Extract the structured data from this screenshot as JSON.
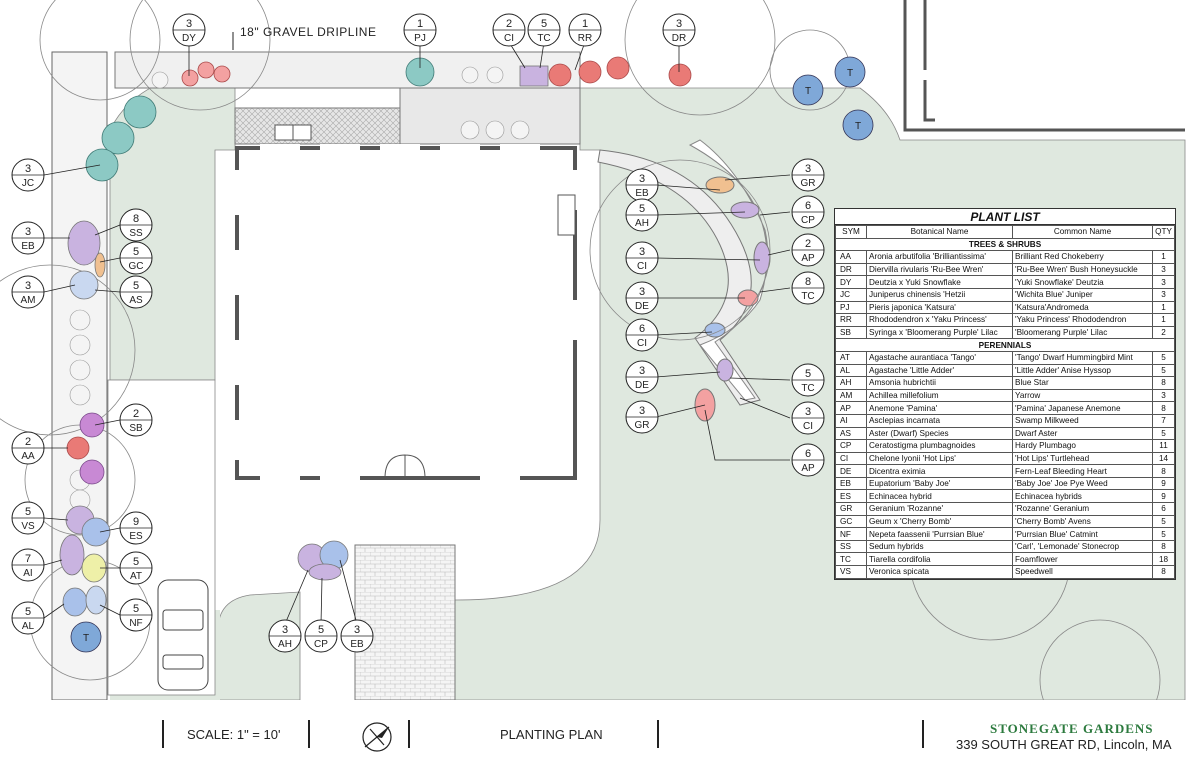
{
  "colors": {
    "lawn": "#dfe8df",
    "gravel": "#ececec",
    "wall": "#666666",
    "firm_green": "#2c7a3e",
    "tree_blue": "#7fa8d8",
    "shrub_pink": "#f3a1a1",
    "shrub_red": "#e97a76",
    "conifer_teal": "#8cc9c4",
    "lilac_purple": "#c889d4",
    "perennial_lavender": "#c9b3e0",
    "perennial_blue": "#a9c1ea",
    "perennial_yellow": "#eef0a8",
    "perennial_orange": "#f0c090"
  },
  "plan_notes": {
    "gravel_dripline": "18\" GRAVEL DRIPLINE"
  },
  "tree_symbol": "T",
  "tags": [
    {
      "num": "3",
      "code": "DY"
    },
    {
      "num": "1",
      "code": "PJ"
    },
    {
      "num": "2",
      "code": "CI"
    },
    {
      "num": "5",
      "code": "TC"
    },
    {
      "num": "1",
      "code": "RR"
    },
    {
      "num": "3",
      "code": "DR"
    },
    {
      "num": "3",
      "code": "JC"
    },
    {
      "num": "3",
      "code": "EB"
    },
    {
      "num": "8",
      "code": "SS"
    },
    {
      "num": "5",
      "code": "GC"
    },
    {
      "num": "3",
      "code": "AM"
    },
    {
      "num": "5",
      "code": "AS"
    },
    {
      "num": "2",
      "code": "SB"
    },
    {
      "num": "2",
      "code": "AA"
    },
    {
      "num": "5",
      "code": "VS"
    },
    {
      "num": "9",
      "code": "ES"
    },
    {
      "num": "7",
      "code": "AI"
    },
    {
      "num": "5",
      "code": "AT"
    },
    {
      "num": "5",
      "code": "AL"
    },
    {
      "num": "5",
      "code": "NF"
    },
    {
      "num": "3",
      "code": "AH"
    },
    {
      "num": "5",
      "code": "CP"
    },
    {
      "num": "3",
      "code": "EB"
    },
    {
      "num": "3",
      "code": "EB"
    },
    {
      "num": "5",
      "code": "AH"
    },
    {
      "num": "3",
      "code": "CI"
    },
    {
      "num": "3",
      "code": "DE"
    },
    {
      "num": "6",
      "code": "CI"
    },
    {
      "num": "3",
      "code": "DE"
    },
    {
      "num": "3",
      "code": "GR"
    },
    {
      "num": "3",
      "code": "GR"
    },
    {
      "num": "6",
      "code": "CP"
    },
    {
      "num": "2",
      "code": "AP"
    },
    {
      "num": "8",
      "code": "TC"
    },
    {
      "num": "5",
      "code": "TC"
    },
    {
      "num": "3",
      "code": "CI"
    },
    {
      "num": "6",
      "code": "AP"
    }
  ],
  "plant_list": {
    "title": "PLANT LIST",
    "headers": [
      "SYM",
      "Botanical Name",
      "Common Name",
      "QTY"
    ],
    "trees_header": "TREES & SHRUBS",
    "perennials_header": "PERENNIALS",
    "trees": [
      [
        "AA",
        "Aronia arbutifolia 'Brilliantissima'",
        "Brilliant Red Chokeberry",
        "1"
      ],
      [
        "DR",
        "Diervilla rivularis 'Ru-Bee Wren'",
        "'Ru-Bee Wren' Bush Honeysuckle",
        "3"
      ],
      [
        "DY",
        "Deutzia x Yuki Snowflake",
        "'Yuki Snowflake' Deutzia",
        "3"
      ],
      [
        "JC",
        "Juniperus chinensis 'Hetzii",
        "'Wichita Blue' Juniper",
        "3"
      ],
      [
        "PJ",
        "Pieris japonica 'Katsura'",
        "'Katsura'Andromeda",
        "1"
      ],
      [
        "RR",
        "Rhododendron x 'Yaku Princess'",
        "'Yaku Princess' Rhododendron",
        "1"
      ],
      [
        "SB",
        "Syringa x 'Bloomerang Purple' Lilac",
        "'Bloomerang Purple' Lilac",
        "2"
      ]
    ],
    "perennials": [
      [
        "AT",
        "Agastache aurantiaca 'Tango'",
        "'Tango' Dwarf Hummingbird Mint",
        "5"
      ],
      [
        "AL",
        "Agastache 'Little Adder'",
        "'Little Adder' Anise Hyssop",
        "5"
      ],
      [
        "AH",
        "Amsonia hubrichtii",
        "Blue Star",
        "8"
      ],
      [
        "AM",
        "Achillea millefolium",
        "Yarrow",
        "3"
      ],
      [
        "AP",
        "Anemone 'Pamina'",
        "'Pamina' Japanese Anemone",
        "8"
      ],
      [
        "AI",
        "Asclepias incarnata",
        "Swamp Milkweed",
        "7"
      ],
      [
        "AS",
        "Aster (Dwarf) Species",
        "Dwarf Aster",
        "5"
      ],
      [
        "CP",
        "Ceratostigma plumbagnoides",
        "Hardy Plumbago",
        "11"
      ],
      [
        "CI",
        "Chelone lyonii 'Hot Lips'",
        "'Hot Lips' Turtlehead",
        "14"
      ],
      [
        "DE",
        "Dicentra eximia",
        "Fern-Leaf Bleeding Heart",
        "8"
      ],
      [
        "EB",
        "Eupatorium 'Baby Joe'",
        "'Baby Joe' Joe Pye Weed",
        "9"
      ],
      [
        "ES",
        "Echinacea hybrid",
        "Echinacea hybrids",
        "9"
      ],
      [
        "GR",
        "Geranium 'Rozanne'",
        "'Rozanne' Geranium",
        "6"
      ],
      [
        "GC",
        "Geum x 'Cherry Bomb'",
        "'Cherry Bomb' Avens",
        "5"
      ],
      [
        "NF",
        "Nepeta faassenii 'Purrsian Blue'",
        "'Purrsian Blue' Catmint",
        "5"
      ],
      [
        "SS",
        "Sedum hybrids",
        "'Carl', 'Lemonade' Stonecrop",
        "8"
      ],
      [
        "TC",
        "Tiarella cordifolia",
        "Foamflower",
        "18"
      ],
      [
        "VS",
        "Veronica spicata",
        "Speedwell",
        "8"
      ]
    ]
  },
  "title_block": {
    "scale": "SCALE: 1\" = 10'",
    "drawing_title": "PLANTING PLAN",
    "firm_name": "STONEGATE GARDENS",
    "address": "339 SOUTH GREAT RD, Lincoln, MA"
  }
}
